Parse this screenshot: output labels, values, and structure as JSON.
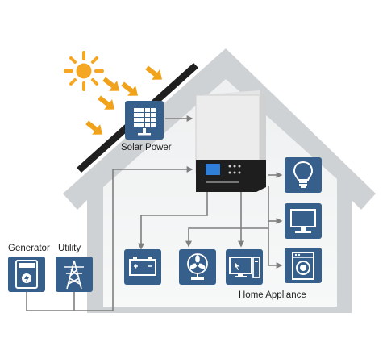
{
  "labels": {
    "solar": "Solar Power",
    "generator": "Generator",
    "utility": "Utility",
    "home": "Home Appliance"
  },
  "icons": {
    "sun": "sun-icon",
    "panel": "solar-panel-icon",
    "inverter": "inverter-icon",
    "generator": "generator-meter-icon",
    "utility": "power-tower-icon",
    "battery": "battery-icon",
    "fan": "fan-icon",
    "computer": "computer-icon",
    "bulb": "light-bulb-icon",
    "tv": "monitor-icon",
    "washer": "washing-machine-icon"
  },
  "colors": {
    "icon_bg": "#365f8c",
    "sun": "#f5a623",
    "arrow": "#f0a21a",
    "house": "#cdd0d3",
    "line": "#7f7f7f",
    "inverter_body": "#e9eaea",
    "inverter_base": "#1e1e1e",
    "lcd": "#2f7fd8"
  }
}
